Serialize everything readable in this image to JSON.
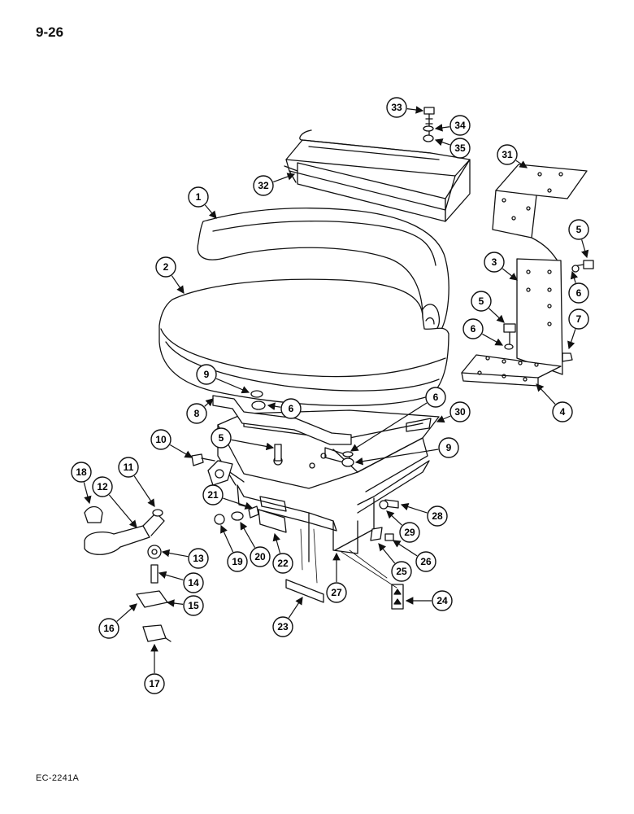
{
  "page_number": "9-26",
  "figure_code": "EC-2241A",
  "callouts": [
    {
      "id": "1",
      "label": "1"
    },
    {
      "id": "2",
      "label": "2"
    },
    {
      "id": "3",
      "label": "3"
    },
    {
      "id": "4",
      "label": "4"
    },
    {
      "id": "5a",
      "label": "5"
    },
    {
      "id": "5b",
      "label": "5"
    },
    {
      "id": "5c",
      "label": "5"
    },
    {
      "id": "6a",
      "label": "6"
    },
    {
      "id": "6b",
      "label": "6"
    },
    {
      "id": "6c",
      "label": "6"
    },
    {
      "id": "6d",
      "label": "6"
    },
    {
      "id": "7",
      "label": "7"
    },
    {
      "id": "8",
      "label": "8"
    },
    {
      "id": "9a",
      "label": "9"
    },
    {
      "id": "9b",
      "label": "9"
    },
    {
      "id": "10",
      "label": "10"
    },
    {
      "id": "11",
      "label": "11"
    },
    {
      "id": "12",
      "label": "12"
    },
    {
      "id": "13",
      "label": "13"
    },
    {
      "id": "14",
      "label": "14"
    },
    {
      "id": "15",
      "label": "15"
    },
    {
      "id": "16",
      "label": "16"
    },
    {
      "id": "17",
      "label": "17"
    },
    {
      "id": "18",
      "label": "18"
    },
    {
      "id": "19",
      "label": "19"
    },
    {
      "id": "20",
      "label": "20"
    },
    {
      "id": "21",
      "label": "21"
    },
    {
      "id": "22",
      "label": "22"
    },
    {
      "id": "23",
      "label": "23"
    },
    {
      "id": "24",
      "label": "24"
    },
    {
      "id": "25",
      "label": "25"
    },
    {
      "id": "26",
      "label": "26"
    },
    {
      "id": "27",
      "label": "27"
    },
    {
      "id": "28",
      "label": "28"
    },
    {
      "id": "29",
      "label": "29"
    },
    {
      "id": "30",
      "label": "30"
    },
    {
      "id": "31",
      "label": "31"
    },
    {
      "id": "32",
      "label": "32"
    },
    {
      "id": "33",
      "label": "33"
    },
    {
      "id": "34",
      "label": "34"
    },
    {
      "id": "35",
      "label": "35"
    }
  ]
}
